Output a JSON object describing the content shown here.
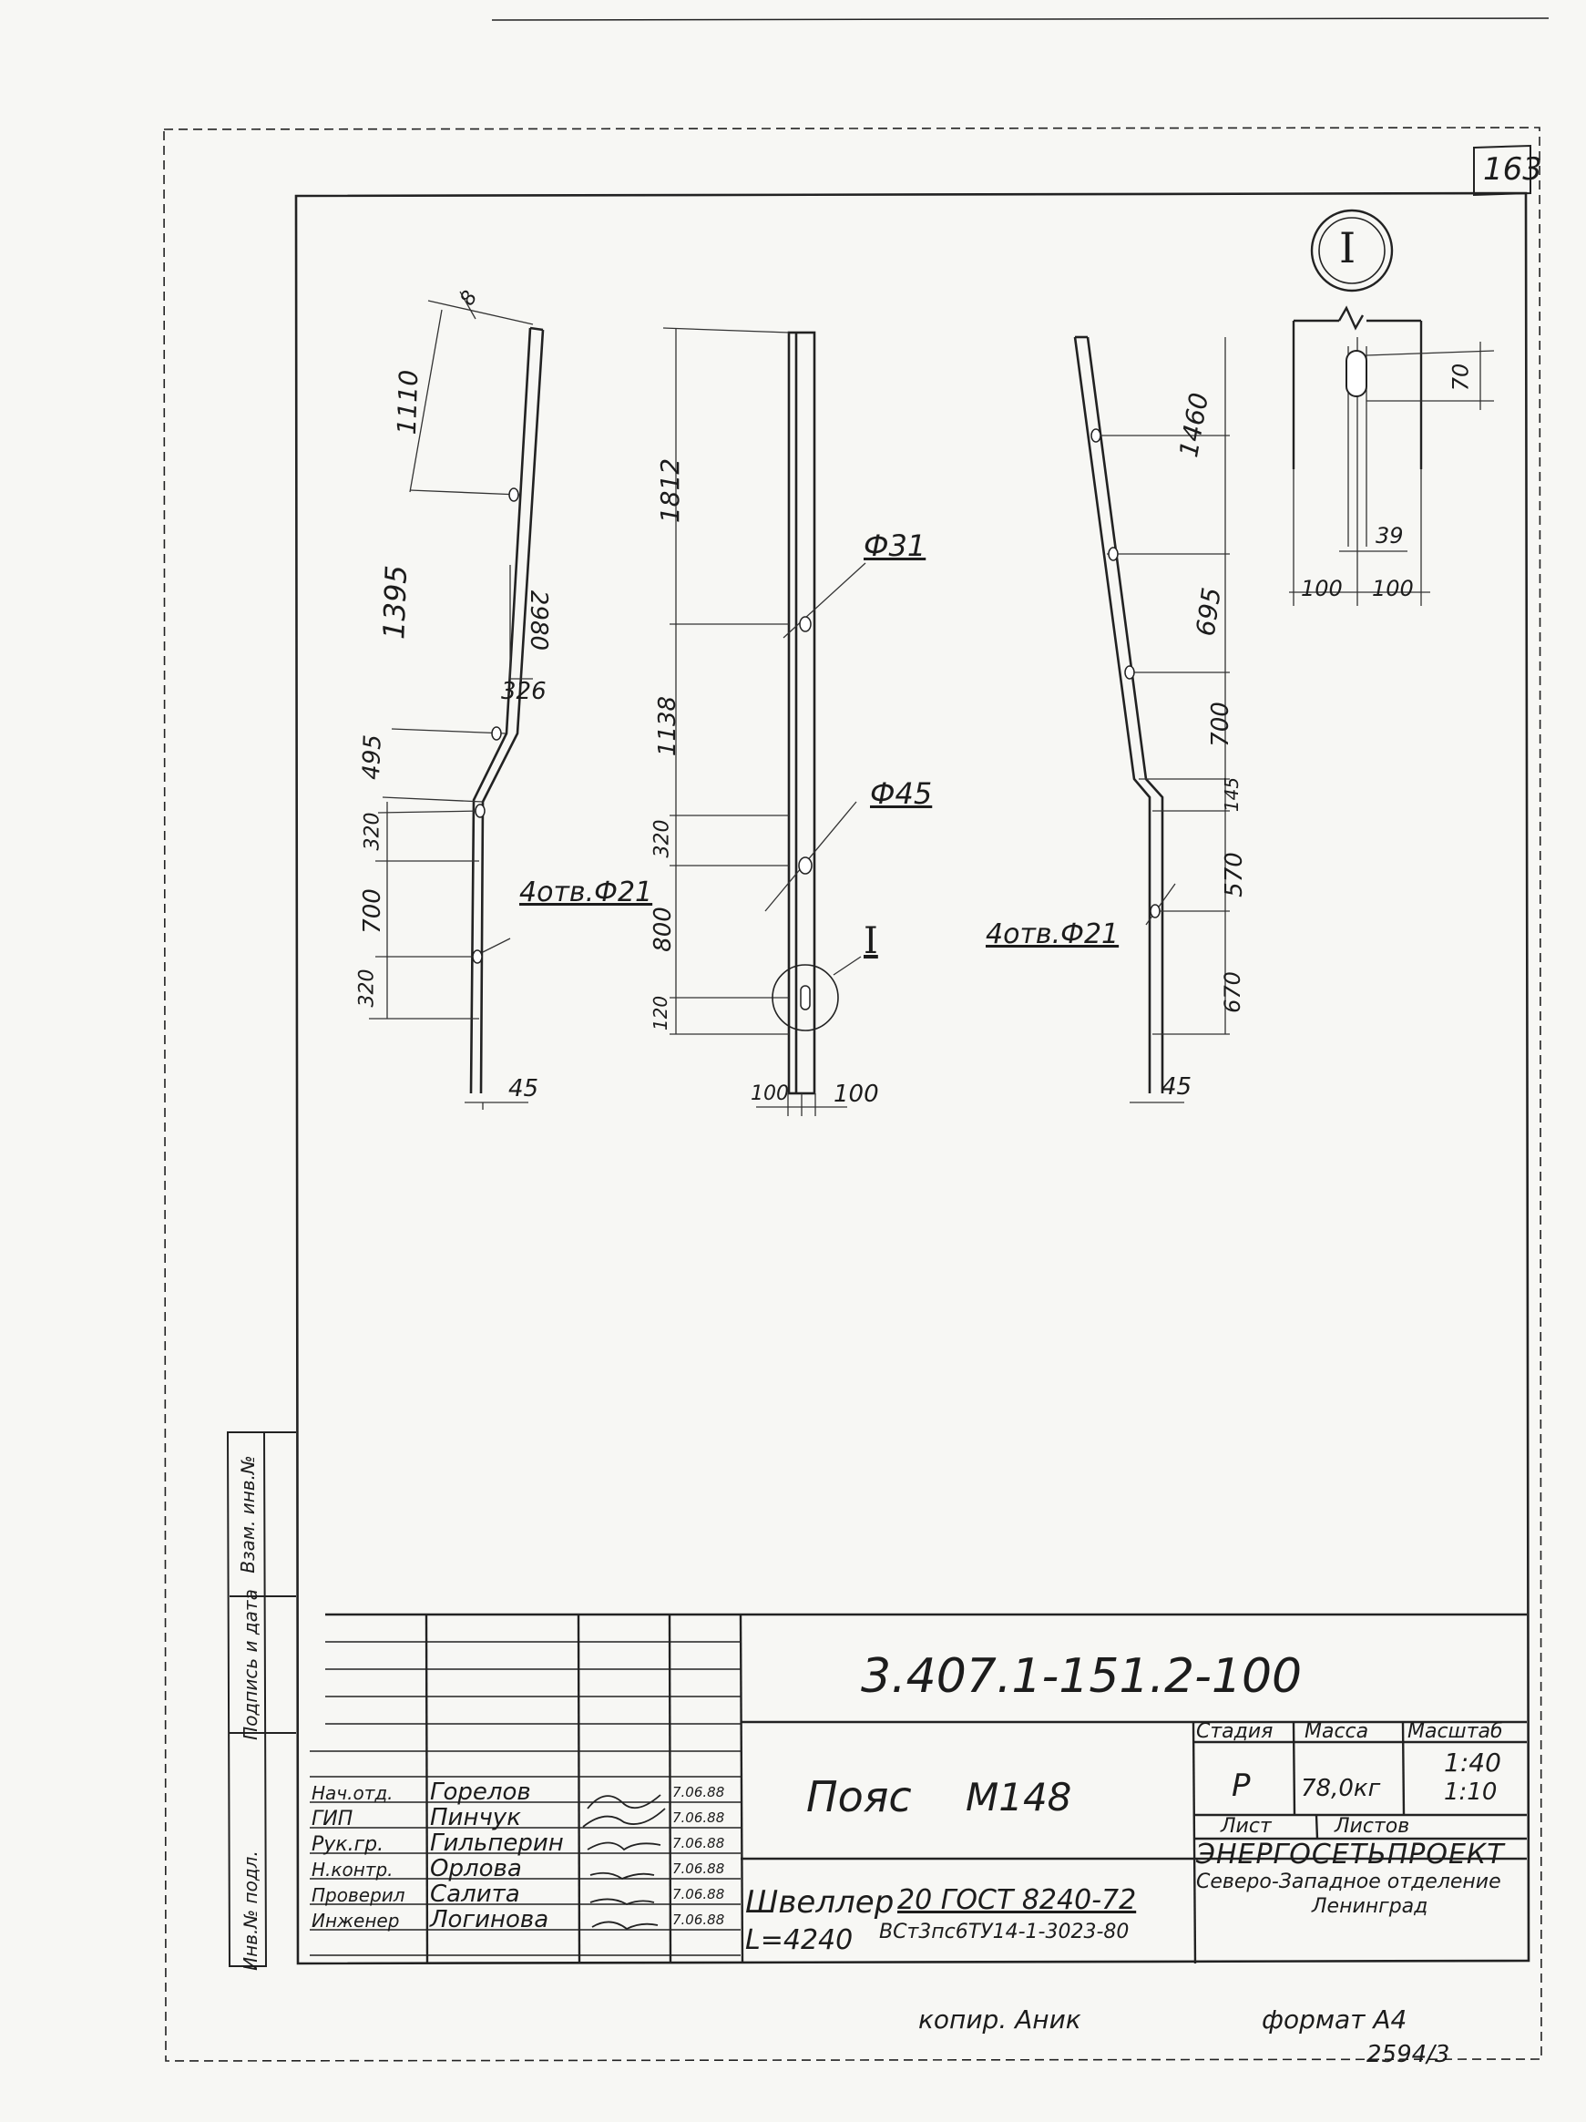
{
  "sheet_number": "163",
  "detail_callout": "I",
  "views": {
    "left": {
      "dims": [
        "1110",
        "8",
        "1395",
        "2980",
        "326",
        "495",
        "320",
        "700",
        "320",
        "45"
      ],
      "holes_label": "4отв.Ф21"
    },
    "middle": {
      "dims": [
        "1812",
        "1138",
        "320",
        "800",
        "120",
        "100",
        "100"
      ],
      "hole_31": "Ф31",
      "hole_45": "Ф45",
      "detail_marker": "I"
    },
    "right": {
      "dims": [
        "1460",
        "695",
        "700",
        "145",
        "570",
        "670",
        "45"
      ],
      "holes_label": "4отв.Ф21"
    },
    "detail": {
      "dims": [
        "70",
        "39",
        "100",
        "100"
      ]
    }
  },
  "side_stamps": [
    "Инв.№ подл.",
    "Подпись и дата",
    "Взам. инв.№"
  ],
  "title_block": {
    "designation": "3.407.1-151.2-100",
    "part_name": "Пояс",
    "part_mark": "М148",
    "headers": {
      "stage": "Стадия",
      "mass": "Масса",
      "scale": "Масштаб"
    },
    "stage": "Р",
    "mass": "78,0кг",
    "scale1": "1:40",
    "scale2": "1:10",
    "sheet_label": "Лист",
    "sheets_label": "Листов",
    "signatures": [
      {
        "role": "Нач.отд.",
        "name": "Горелов",
        "date": "7.06.88"
      },
      {
        "role": "ГИП",
        "name": "Пинчук",
        "date": "7.06.88"
      },
      {
        "role": "Рук.гр.",
        "name": "Гильперин",
        "date": "7.06.88"
      },
      {
        "role": "Н.контр.",
        "name": "Орлова",
        "date": "7.06.88"
      },
      {
        "role": "Проверил",
        "name": "Салита",
        "date": "7.06.88"
      },
      {
        "role": "Инженер",
        "name": "Логинова",
        "date": "7.06.88"
      }
    ],
    "material_name": "Швеллер",
    "material_length": "L=4240",
    "material_gost": "20 ГОСТ 8240-72",
    "material_steel": "ВСт3пс6ТУ14-1-3023-80",
    "organization": "ЭНЕРГОСЕТЬПРОЕКТ",
    "org_branch": "Северо-Западное отделение",
    "org_city": "Ленинград"
  },
  "footer": {
    "copied": "копир. Аник",
    "format": "формат А4",
    "archive": "2594/3"
  }
}
